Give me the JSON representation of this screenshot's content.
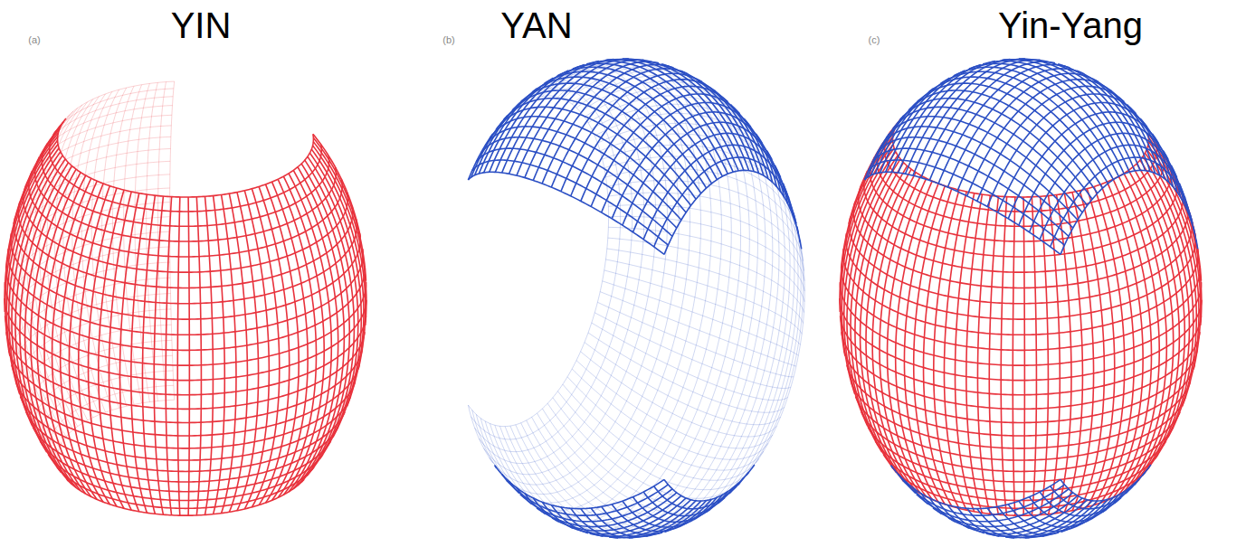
{
  "diagram": {
    "labels": [
      "(a)",
      "YIN",
      "(b)",
      "YAN",
      "(c)",
      "Yin-Yang"
    ]
  }
}
